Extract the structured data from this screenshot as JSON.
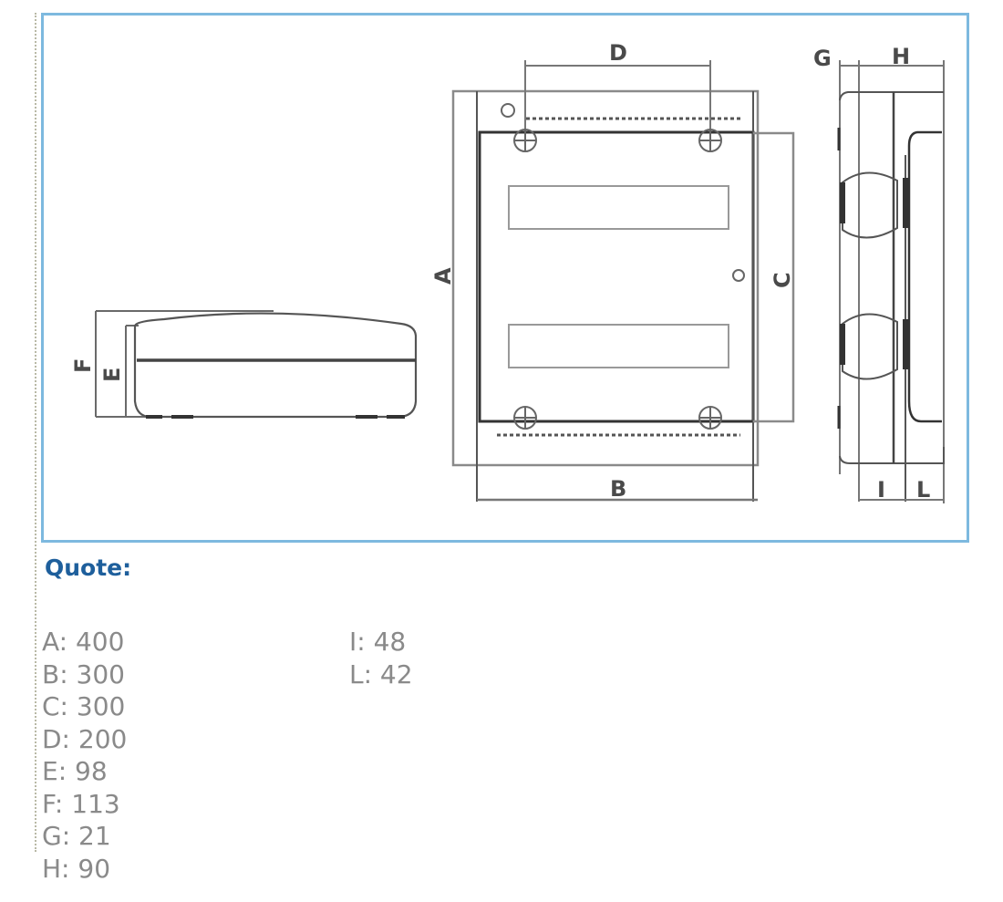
{
  "drawing": {
    "title": "Enclosure dimension drawing",
    "views": [
      "side-view",
      "front-view",
      "profile-view"
    ],
    "dimension_labels": {
      "A": "A",
      "B": "B",
      "C": "C",
      "D": "D",
      "E": "E",
      "F": "F",
      "G": "G",
      "H": "H",
      "I": "I",
      "L": "L"
    },
    "colors": {
      "frame_border": "#7db9df",
      "line": "#555555",
      "heading": "#1e5f9c",
      "spec_text": "#8a8a8a"
    }
  },
  "quote": {
    "heading": "Quote:",
    "column1": [
      {
        "key": "A",
        "value": "400",
        "text": "A: 400"
      },
      {
        "key": "B",
        "value": "300",
        "text": "B: 300"
      },
      {
        "key": "C",
        "value": "300",
        "text": "C: 300"
      },
      {
        "key": "D",
        "value": "200",
        "text": "D: 200"
      },
      {
        "key": "E",
        "value": "98",
        "text": "E: 98"
      },
      {
        "key": "F",
        "value": "113",
        "text": "F: 113"
      },
      {
        "key": "G",
        "value": "21",
        "text": "G: 21"
      },
      {
        "key": "H",
        "value": "90",
        "text": "H: 90"
      }
    ],
    "column2": [
      {
        "key": "I",
        "value": "48",
        "text": "I: 48"
      },
      {
        "key": "L",
        "value": "42",
        "text": "L: 42"
      }
    ]
  }
}
